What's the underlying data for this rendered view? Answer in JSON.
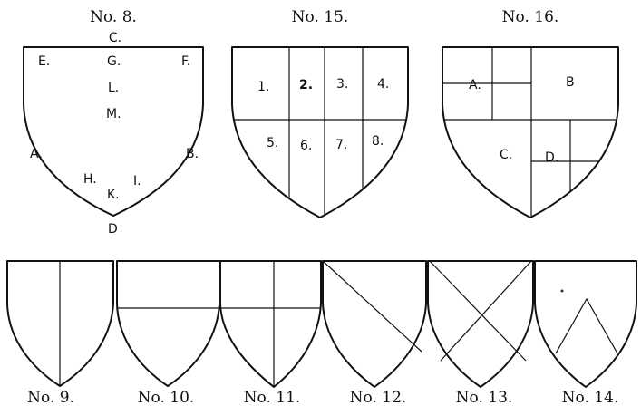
{
  "figures": {
    "no8": {
      "caption": "No. 8.",
      "points": {
        "C": "C.",
        "E": "E.",
        "G": "G.",
        "F": "F.",
        "L": "L.",
        "M": "M.",
        "A": "A.",
        "B": "B.",
        "H": "H.",
        "I": "I.",
        "K": "K.",
        "D": "D"
      }
    },
    "no15": {
      "caption": "No. 15.",
      "cells": [
        "1.",
        "2.",
        "3.",
        "4.",
        "5.",
        "6.",
        "7.",
        "8."
      ]
    },
    "no16": {
      "caption": "No. 16.",
      "cells": {
        "A": "A.",
        "B": "B",
        "C": "C.",
        "D": "D."
      }
    },
    "no9": {
      "caption": "No. 9."
    },
    "no10": {
      "caption": "No. 10."
    },
    "no11": {
      "caption": "No. 11."
    },
    "no12": {
      "caption": "No. 12."
    },
    "no13": {
      "caption": "No. 13."
    },
    "no14": {
      "caption": "No. 14."
    }
  }
}
